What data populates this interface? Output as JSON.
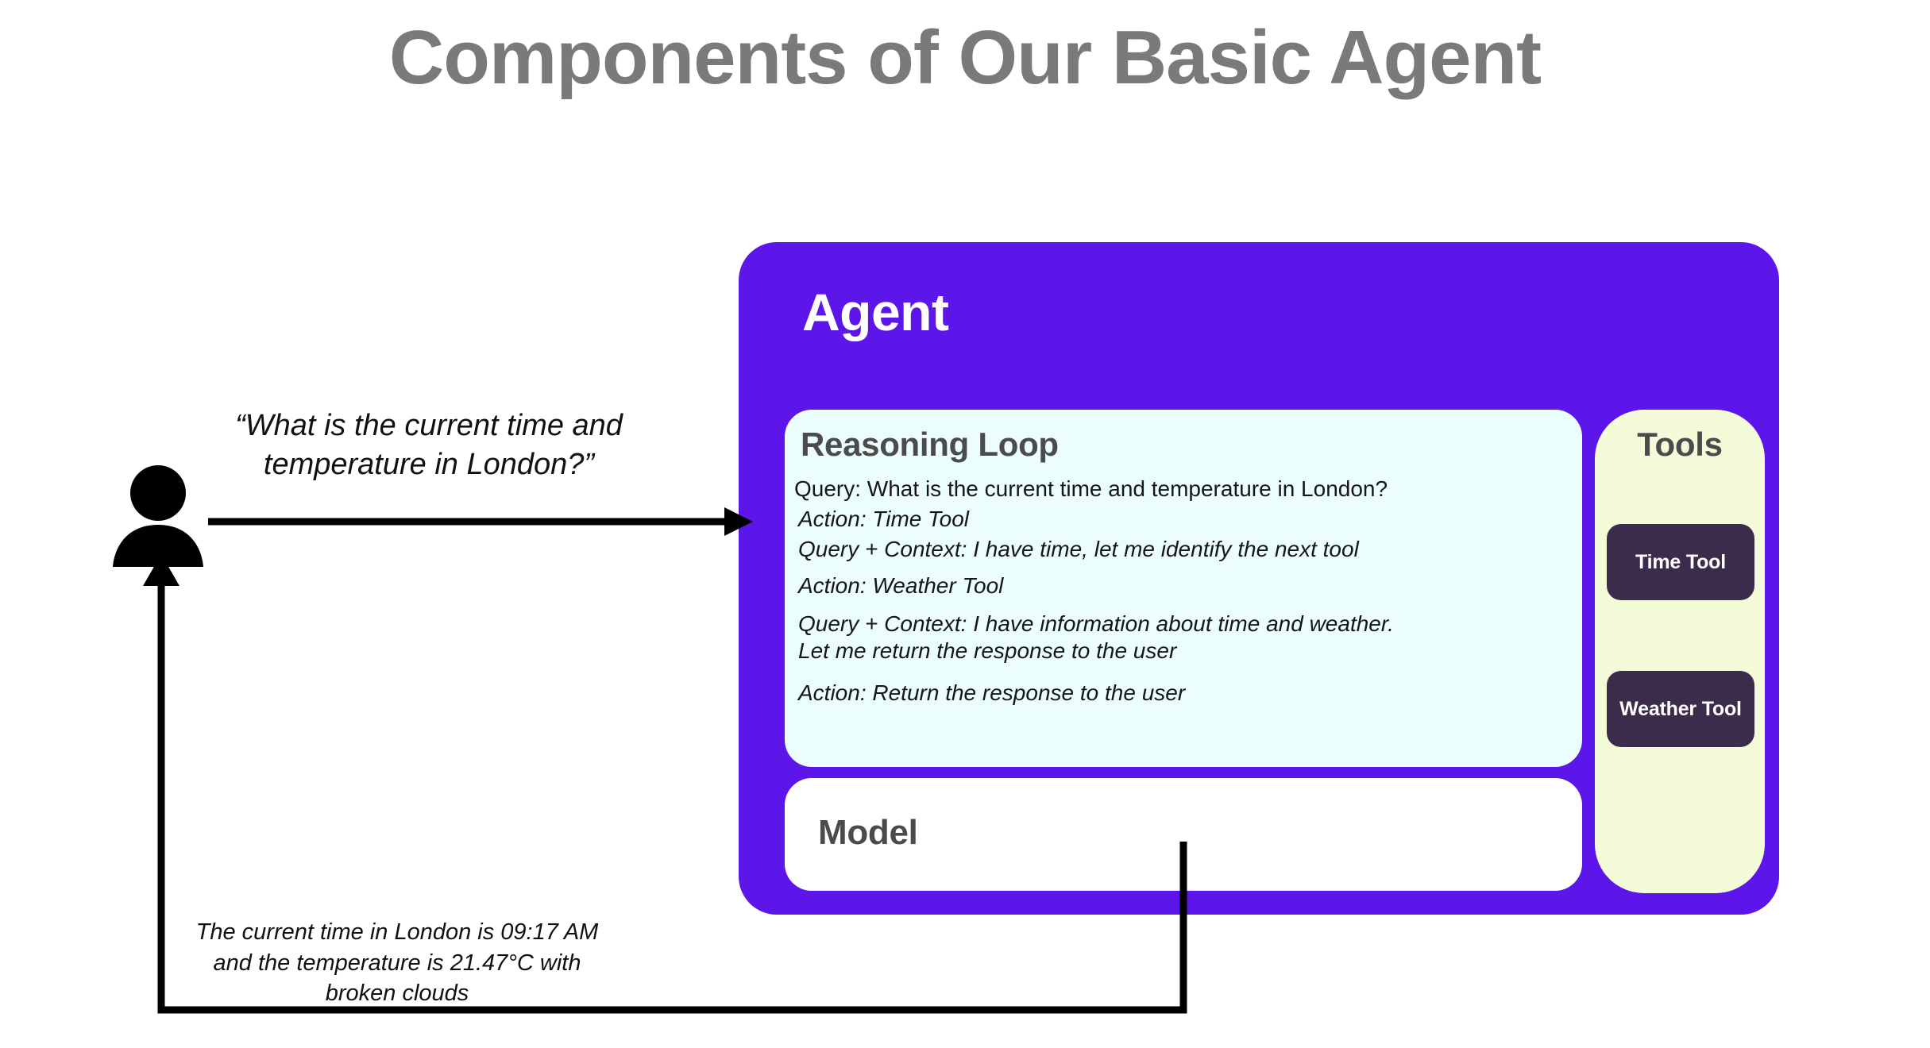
{
  "page": {
    "title": "Components of Our Basic Agent",
    "background_color": "#ffffff",
    "title_color": "#7a7a7a"
  },
  "colors": {
    "agent_purple": "#5C16EA",
    "reasoning_cyan": "#EBFDFD",
    "tools_cream": "#F4FBD9",
    "tool_button_dark": "#3C2C4C",
    "model_white": "#ffffff",
    "arrow_black": "#000000",
    "heading_gray": "#4b4b4b"
  },
  "user": {
    "icon": "person-icon",
    "query": "“What  is the current time and\ntemperature in London?”",
    "response": "The current time in London is 09:17 AM\nand the temperature is 21.47°C with\nbroken clouds"
  },
  "agent": {
    "title": "Agent",
    "reasoning_loop": {
      "title": "Reasoning Loop",
      "lines": [
        {
          "text": "Query: What is the current time and temperature in London?",
          "italic": false
        },
        {
          "text": "Action: Time Tool",
          "italic": true
        },
        {
          "text": "Query + Context: I have time, let me identify the next tool",
          "italic": true
        },
        {
          "text": "Action: Weather Tool",
          "italic": true
        },
        {
          "text": "Query + Context: I have information about time and weather.",
          "italic": true
        },
        {
          "text": "Let me return the response to the user",
          "italic": true
        },
        {
          "text": "Action: Return the response to the user",
          "italic": true
        }
      ]
    },
    "model": {
      "title": "Model"
    },
    "tools": {
      "title": "Tools",
      "items": [
        {
          "label": "Time Tool"
        },
        {
          "label": "Weather Tool"
        }
      ]
    }
  },
  "flow": {
    "request_arrow": "user-to-agent-arrow",
    "response_arrow": "model-to-user-arrow"
  }
}
